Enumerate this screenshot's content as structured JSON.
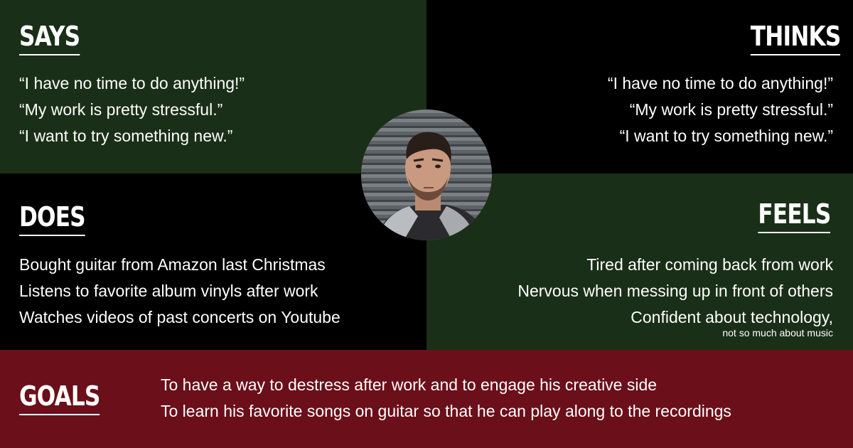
{
  "says": {
    "heading": "SAYS",
    "items": [
      "“I have no time to do anything!”",
      "“My work is pretty stressful.”",
      "“I want to try something new.”"
    ]
  },
  "thinks": {
    "heading": "THINKS",
    "items": [
      "“I have no time to do anything!”",
      "“My work is pretty stressful.”",
      "“I want to try something new.”"
    ]
  },
  "does": {
    "heading": "DOES",
    "items": [
      "Bought guitar from Amazon last Christmas",
      "Listens to favorite album vinyls after work",
      "Watches videos of past concerts on Youtube"
    ]
  },
  "feels": {
    "heading": "FEELS",
    "items": [
      "Tired after coming back from work",
      "Nervous when messing up in front of others",
      "Confident about technology,"
    ],
    "note": "not so much about music"
  },
  "goals": {
    "heading": "GOALS",
    "items": [
      "To have a way to destress after work and to engage his creative side",
      "To learn his favorite songs on guitar so that he can play along to the recordings"
    ]
  },
  "colors": {
    "green": "#1a2f17",
    "black": "#000000",
    "maroon": "#6b0f1a"
  }
}
